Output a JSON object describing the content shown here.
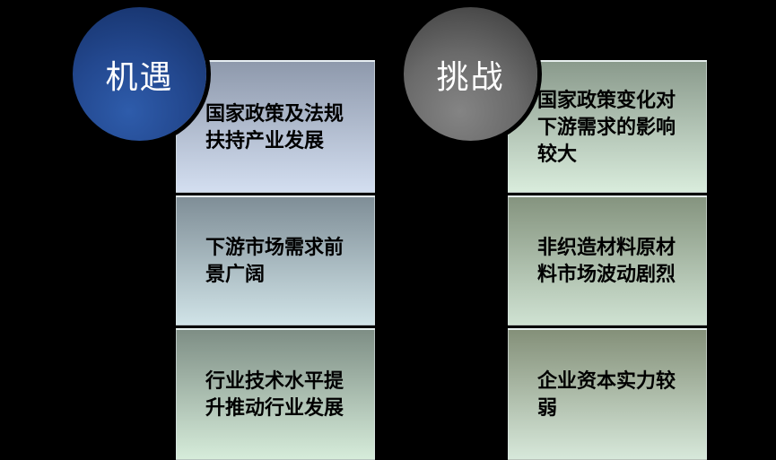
{
  "slide": {
    "background": "#000000",
    "text_color": "#000000",
    "circle_text_color": "#ffffff"
  },
  "opportunities": {
    "label": "机遇",
    "circle_color_outer": "#18356f",
    "circle_color_inner": "#2e5cab",
    "items": [
      {
        "text": "国家政策及法规扶持产业发展",
        "gradient_top": "#8e99ac",
        "gradient_bottom": "#d3def0"
      },
      {
        "text": "下游市场需求前景广阔",
        "gradient_top": "#7f8e97",
        "gradient_bottom": "#d0e3e7"
      },
      {
        "text": "行业技术水平提升推动行业发展",
        "gradient_top": "#7e8e85",
        "gradient_bottom": "#d6ecda"
      }
    ]
  },
  "challenges": {
    "label": "挑战",
    "circle_color_outer": "#454545",
    "circle_color_inner": "#848484",
    "items": [
      {
        "text": "国家政策变化对下游需求的影响较大",
        "gradient_top": "#8a9a8c",
        "gradient_bottom": "#d9ecdc"
      },
      {
        "text": "非织造材料原材料市场波动剧烈",
        "gradient_top": "#85947f",
        "gradient_bottom": "#cfe2d2"
      },
      {
        "text": "企业资本实力较弱",
        "gradient_top": "#849079",
        "gradient_bottom": "#d7e8da"
      }
    ]
  }
}
